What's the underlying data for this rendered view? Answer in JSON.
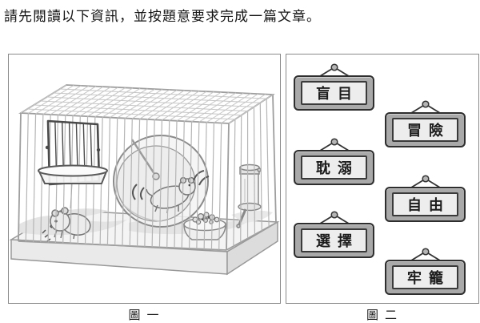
{
  "instruction": "請先閱讀以下資訊，並按題意要求完成一篇文章。",
  "figure1": {
    "caption": "圖一"
  },
  "figure2": {
    "caption": "圖二",
    "signs": [
      {
        "label": "盲目"
      },
      {
        "label": "冒險"
      },
      {
        "label": "耽溺"
      },
      {
        "label": "自由"
      },
      {
        "label": "選擇"
      },
      {
        "label": "牢籠"
      }
    ]
  },
  "colors": {
    "sign_frame": "#a9a9a9",
    "sign_panel": "#ededed",
    "sign_border": "#2e2e2e",
    "panel_border": "#8a8a8a",
    "line_art": "#9a9a9a",
    "text": "#1a1a1a"
  }
}
